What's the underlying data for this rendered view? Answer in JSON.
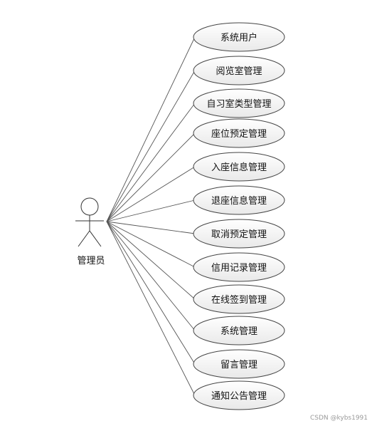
{
  "actor": {
    "label": "管理员"
  },
  "use_cases": [
    {
      "label": "系统用户"
    },
    {
      "label": "阅览室管理"
    },
    {
      "label": "自习室类型管理"
    },
    {
      "label": "座位预定管理"
    },
    {
      "label": "入座信息管理"
    },
    {
      "label": "退座信息管理"
    },
    {
      "label": "取消预定管理"
    },
    {
      "label": "信用记录管理"
    },
    {
      "label": "在线签到管理"
    },
    {
      "label": "系统管理"
    },
    {
      "label": "留言管理"
    },
    {
      "label": "通知公告管理"
    }
  ],
  "watermark": "CSDN @kybs1991"
}
